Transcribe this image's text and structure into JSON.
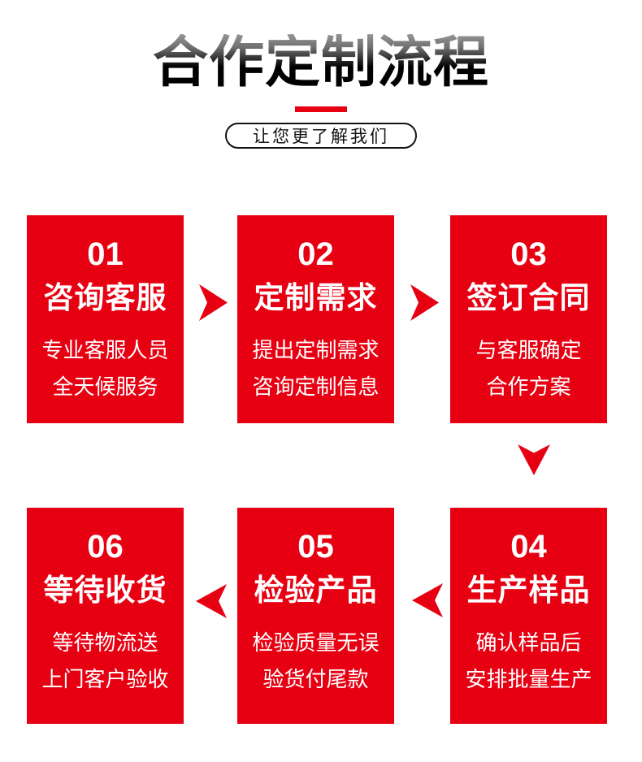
{
  "header": {
    "title": "合作定制流程",
    "subtitle": "让您更了解我们"
  },
  "colors": {
    "accent_red": "#e60012",
    "card_text": "#ffffff",
    "title_gradient_top": "#969696",
    "title_gradient_bottom": "#000000"
  },
  "icons": {
    "flow_arrows": [
      "arrow-right-icon",
      "arrow-right-icon",
      "arrow-down-icon",
      "arrow-left-icon",
      "arrow-left-icon"
    ]
  },
  "steps": [
    {
      "number": "01",
      "title": "咨询客服",
      "desc_line1": "专业客服人员",
      "desc_line2": "全天候服务"
    },
    {
      "number": "02",
      "title": "定制需求",
      "desc_line1": "提出定制需求",
      "desc_line2": "咨询定制信息"
    },
    {
      "number": "03",
      "title": "签订合同",
      "desc_line1": "与客服确定",
      "desc_line2": "合作方案"
    },
    {
      "number": "04",
      "title": "生产样品",
      "desc_line1": "确认样品后",
      "desc_line2": "安排批量生产"
    },
    {
      "number": "05",
      "title": "检验产品",
      "desc_line1": "检验质量无误",
      "desc_line2": "验货付尾款"
    },
    {
      "number": "06",
      "title": "等待收货",
      "desc_line1": "等待物流送",
      "desc_line2": "上门客户验收"
    }
  ]
}
